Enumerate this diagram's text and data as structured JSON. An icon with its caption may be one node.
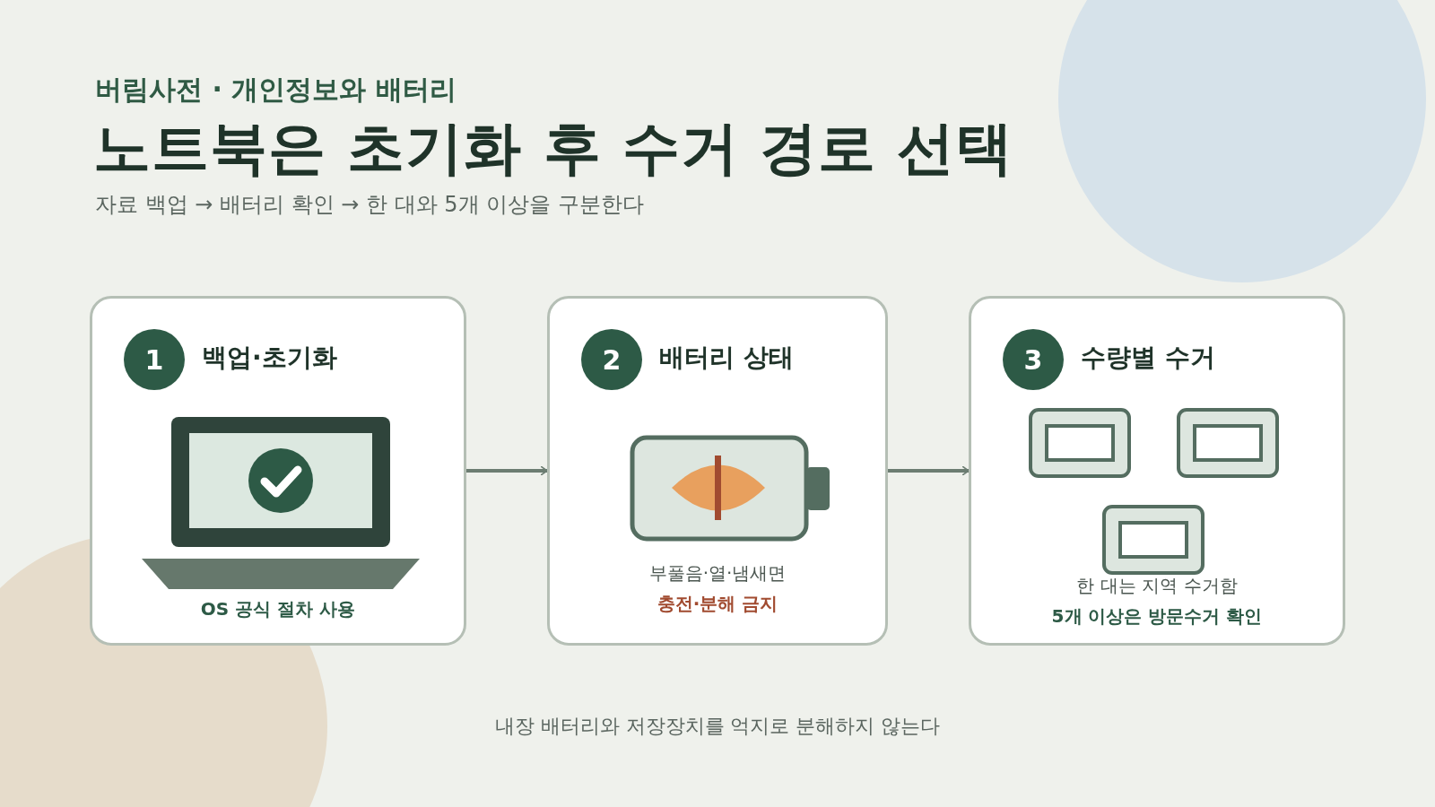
{
  "diagram": {
    "title": "노트북은 초기화 후 수거 경로 선택",
    "nodes": [
      {
        "text": [
          "백업·초기화",
          "OS 공식 절차 사용"
        ]
      },
      {
        "text": [
          "1"
        ],
        "in": 0
      },
      {
        "text": [
          "배터리 상태",
          "부풀음·열·냄새면",
          "충전·분해 금지"
        ]
      },
      {
        "text": [
          "2"
        ],
        "in": 2
      },
      {
        "text": [
          "수량별 수거",
          "한 대는 지역 수거함",
          "5개 이상은 방문수거 확인"
        ]
      },
      {
        "text": [
          "3"
        ],
        "in": 4
      }
    ],
    "edges": [
      {
        "from": 0,
        "to": 2,
        "arrow": "to"
      },
      {
        "from": 2,
        "to": 4,
        "arrow": "to"
      }
    ],
    "labels": [
      "버림사전 · 개인정보와 배터리",
      "자료 백업 → 배터리 확인 → 한 대와 5개 이상을 구분한다",
      "내장 배터리와 저장장치를 억지로 분해하지 않는다"
    ]
  }
}
